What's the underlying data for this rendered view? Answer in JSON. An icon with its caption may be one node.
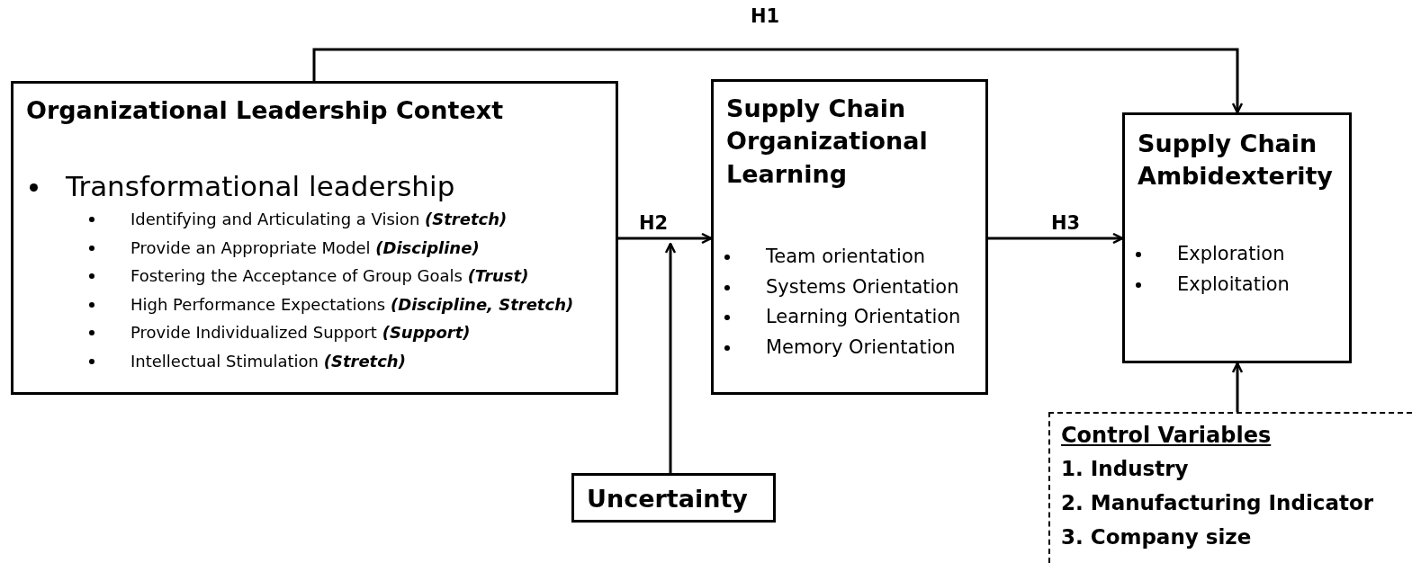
{
  "diagram": {
    "nodes": [
      {
        "text": [
          "Organizational Leadership Context",
          "Transformational leadership",
          "Identifying and Articulating a Vision **(Stretch)**",
          "Provide an Appropriate Model **(Discipline)**",
          "Fostering the Acceptance of Group Goals **(Trust)**",
          "High Performance Expectations **(Discipline, Stretch)**",
          "Provide Individualized Support **(Support)**",
          "Intellectual Stimulation **(Stretch)**"
        ]
      },
      {
        "text": [
          "Supply Chain Organizational Learning",
          "Team orientation",
          "Systems Orientation",
          "Learning Orientation",
          "Memory Orientation"
        ]
      },
      {
        "text": [
          "Supply Chain Ambidexterity",
          "Exploration",
          "Exploitation"
        ]
      },
      {
        "text": [
          "Uncertainty"
        ]
      },
      {
        "text": [
          "Control Variables",
          "1. Industry",
          "2. Manufacturing Indicator",
          "3. Company size"
        ]
      }
    ],
    "edges": [
      {
        "from": 0,
        "to": 2,
        "arrow": "to",
        "label": "H1"
      },
      {
        "from": 0,
        "to": 1,
        "arrow": "to",
        "label": "H2"
      },
      {
        "from": 1,
        "to": 2,
        "arrow": "to",
        "label": "H3"
      },
      {
        "from": 3,
        "to": null,
        "arrow": "to"
      },
      {
        "from": 4,
        "to": 2,
        "arrow": "to"
      }
    ]
  }
}
